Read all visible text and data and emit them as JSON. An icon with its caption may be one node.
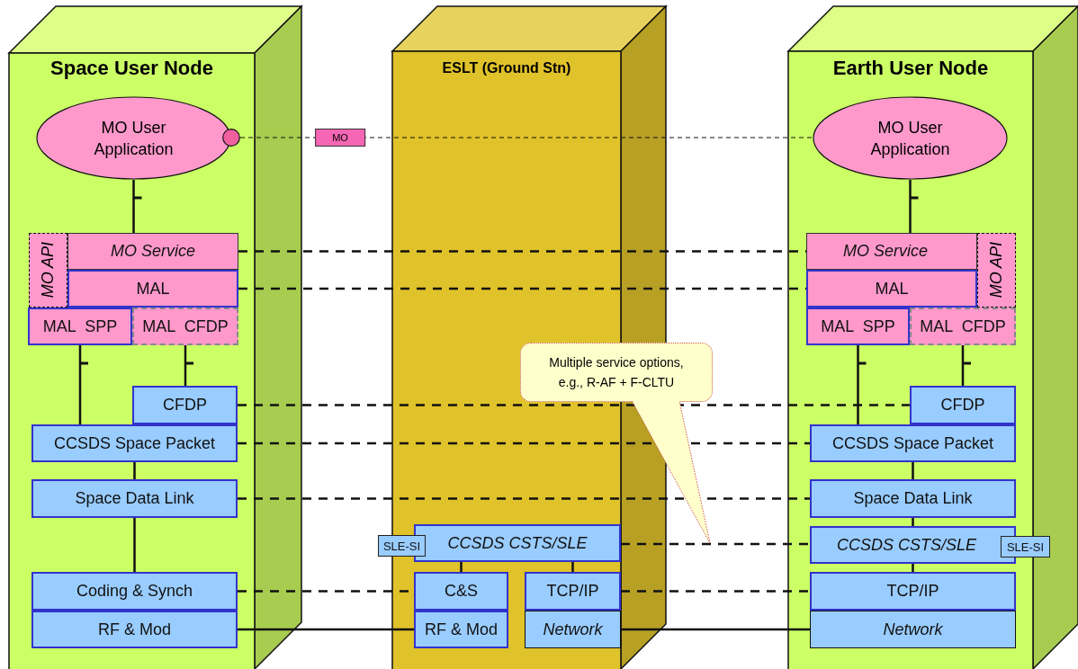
{
  "diagram": {
    "nodes": [
      {
        "text": [
          "Space User Node"
        ]
      },
      {
        "text": [
          "MO User Application"
        ],
        "in": 0
      },
      {
        "text": [],
        "shape": "circle",
        "in": 0
      },
      {
        "text": [
          "MO API"
        ],
        "in": 0
      },
      {
        "text": [
          "MO Service"
        ],
        "in": 0
      },
      {
        "text": [
          "MAL"
        ],
        "in": 0
      },
      {
        "text": [
          "MAL  SPP"
        ],
        "in": 0
      },
      {
        "text": [
          "MAL  CFDP"
        ],
        "in": 0
      },
      {
        "text": [
          "CFDP"
        ],
        "in": 0
      },
      {
        "text": [
          "CCSDS Space Packet"
        ],
        "in": 0
      },
      {
        "text": [
          "Space Data Link"
        ],
        "in": 0
      },
      {
        "text": [
          "Coding & Synch"
        ],
        "in": 0
      },
      {
        "text": [
          "RF & Mod"
        ],
        "in": 0
      },
      {
        "text": [
          "ESLT (Ground Stn)"
        ]
      },
      {
        "text": [
          "CCSDS CSTS/SLE"
        ],
        "in": 13
      },
      {
        "text": [
          "SLE-SI"
        ]
      },
      {
        "text": [
          "C&S"
        ],
        "in": 13
      },
      {
        "text": [
          "RF & Mod"
        ],
        "in": 13
      },
      {
        "text": [
          "TCP/IP"
        ],
        "in": 13
      },
      {
        "text": [
          "Network"
        ],
        "in": 13
      },
      {
        "text": [
          "Earth User Node"
        ]
      },
      {
        "text": [
          "MO User Application"
        ],
        "in": 20
      },
      {
        "text": [
          "MO Service"
        ],
        "in": 20
      },
      {
        "text": [
          "MO API"
        ],
        "in": 20
      },
      {
        "text": [
          "MAL"
        ],
        "in": 20
      },
      {
        "text": [
          "MAL  SPP"
        ],
        "in": 20
      },
      {
        "text": [
          "MAL  CFDP"
        ],
        "in": 20
      },
      {
        "text": [
          "CFDP"
        ],
        "in": 20
      },
      {
        "text": [
          "CCSDS Space Packet"
        ],
        "in": 20
      },
      {
        "text": [
          "Space Data Link"
        ],
        "in": 20
      },
      {
        "text": [
          "CCSDS CSTS/SLE"
        ],
        "in": 20
      },
      {
        "text": [
          "SLE-SI"
        ],
        "in": 20
      },
      {
        "text": [
          "TCP/IP"
        ],
        "in": 20
      },
      {
        "text": [
          "Network"
        ],
        "in": 20
      },
      {
        "text": [
          "Multiple service options, e.g., R-AF + F-CLTU"
        ]
      }
    ],
    "edges": [
      {
        "from": 2,
        "to": 21,
        "arrow": "none",
        "style": "dashed",
        "label": "MO"
      },
      {
        "from": 1,
        "to": 4,
        "arrow": "other"
      },
      {
        "from": 6,
        "to": 9,
        "arrow": "other"
      },
      {
        "from": 7,
        "to": 8,
        "arrow": "other"
      },
      {
        "from": 9,
        "to": 10,
        "arrow": "none"
      },
      {
        "from": 10,
        "to": 11,
        "arrow": "none"
      },
      {
        "from": 21,
        "to": 22,
        "arrow": "other"
      },
      {
        "from": 25,
        "to": 28,
        "arrow": "other"
      },
      {
        "from": 26,
        "to": 27,
        "arrow": "other"
      },
      {
        "from": 28,
        "to": 29,
        "arrow": "none"
      },
      {
        "from": 29,
        "to": 30,
        "arrow": "none"
      },
      {
        "from": 30,
        "to": 32,
        "arrow": "none"
      },
      {
        "from": 14,
        "to": 16,
        "arrow": "none"
      },
      {
        "from": 14,
        "to": 18,
        "arrow": "none"
      },
      {
        "from": 4,
        "to": 22,
        "arrow": "none",
        "style": "dashed"
      },
      {
        "from": 5,
        "to": 24,
        "arrow": "none",
        "style": "dashed"
      },
      {
        "from": 8,
        "to": 27,
        "arrow": "none",
        "style": "dashed"
      },
      {
        "from": 9,
        "to": 28,
        "arrow": "none",
        "style": "dashed"
      },
      {
        "from": 10,
        "to": 29,
        "arrow": "none",
        "style": "dashed"
      },
      {
        "from": 11,
        "to": 16,
        "arrow": "none",
        "style": "dashed"
      },
      {
        "from": 14,
        "to": 30,
        "arrow": "none",
        "style": "dashed"
      },
      {
        "from": 18,
        "to": 32,
        "arrow": "none",
        "style": "dashed"
      },
      {
        "from": 12,
        "to": 17,
        "arrow": "none"
      },
      {
        "from": 19,
        "to": 33,
        "arrow": "none"
      }
    ]
  }
}
